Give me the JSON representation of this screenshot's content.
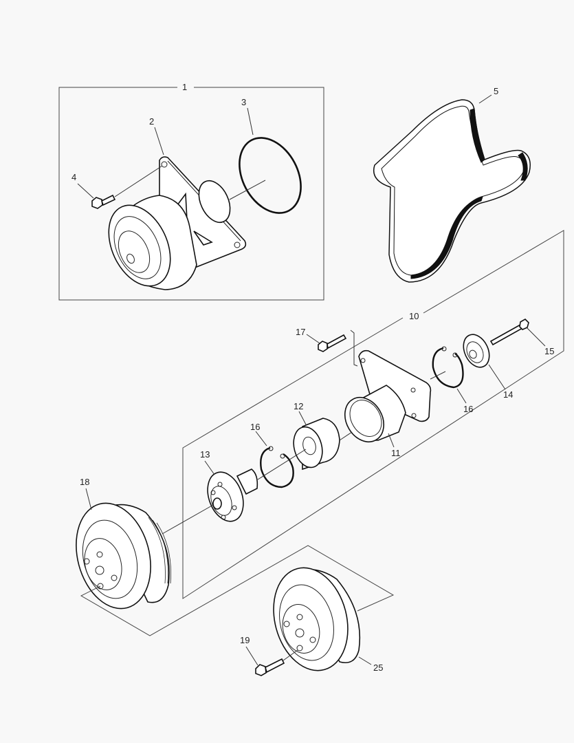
{
  "diagram": {
    "type": "exploded-parts-view",
    "background": "#f8f8f8",
    "line_color": "#111111",
    "callouts": [
      {
        "id": "1",
        "label": "1",
        "part": "water-pump-assembly"
      },
      {
        "id": "2",
        "label": "2",
        "part": "water-pump"
      },
      {
        "id": "3",
        "label": "3",
        "part": "o-ring"
      },
      {
        "id": "4",
        "label": "4",
        "part": "bolt"
      },
      {
        "id": "5",
        "label": "5",
        "part": "drive-belt"
      },
      {
        "id": "10",
        "label": "10",
        "part": "idler-assembly"
      },
      {
        "id": "11",
        "label": "11",
        "part": "housing"
      },
      {
        "id": "12",
        "label": "12",
        "part": "bearing"
      },
      {
        "id": "13",
        "label": "13",
        "part": "shaft-hub"
      },
      {
        "id": "14",
        "label": "14",
        "part": "cover-plate"
      },
      {
        "id": "15",
        "label": "15",
        "part": "bolt"
      },
      {
        "id": "16a",
        "label": "16",
        "part": "snap-ring"
      },
      {
        "id": "16b",
        "label": "16",
        "part": "snap-ring"
      },
      {
        "id": "17",
        "label": "17",
        "part": "bolt"
      },
      {
        "id": "18",
        "label": "18",
        "part": "pulley"
      },
      {
        "id": "19",
        "label": "19",
        "part": "bolt"
      },
      {
        "id": "25",
        "label": "25",
        "part": "pulley"
      }
    ]
  }
}
